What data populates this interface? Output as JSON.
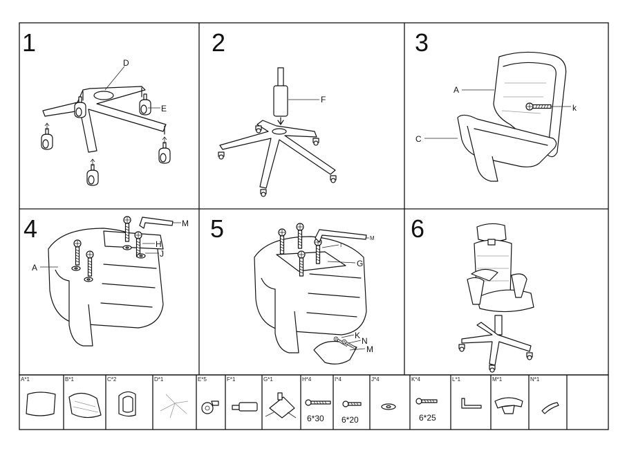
{
  "steps": [
    {
      "number": "1",
      "labels": {
        "d": "D",
        "e": "E"
      }
    },
    {
      "number": "2",
      "labels": {
        "f": "F"
      }
    },
    {
      "number": "3",
      "labels": {
        "a": "A",
        "c": "C",
        "k": "k"
      }
    },
    {
      "number": "4",
      "labels": {
        "a": "A",
        "h": "H",
        "j": "J",
        "m": "M"
      }
    },
    {
      "number": "5",
      "labels": {
        "i": "I",
        "g": "G",
        "k": "K",
        "n": "N",
        "m_top": "M",
        "m_bottom": "M"
      }
    },
    {
      "number": "6",
      "labels": {}
    }
  ],
  "parts": [
    {
      "label": "A*1"
    },
    {
      "label": "B*1"
    },
    {
      "label": "C*2"
    },
    {
      "label": "D*1"
    },
    {
      "label": "E*5"
    },
    {
      "label": "F*1"
    },
    {
      "label": "G*1"
    },
    {
      "label": "H*4",
      "spec": "6*30"
    },
    {
      "label": "I*4",
      "spec": "6*20"
    },
    {
      "label": "J*4"
    },
    {
      "label": "K*4",
      "spec": "6*25"
    },
    {
      "label": "L*1"
    },
    {
      "label": "M*1"
    },
    {
      "label": "N*1"
    }
  ]
}
